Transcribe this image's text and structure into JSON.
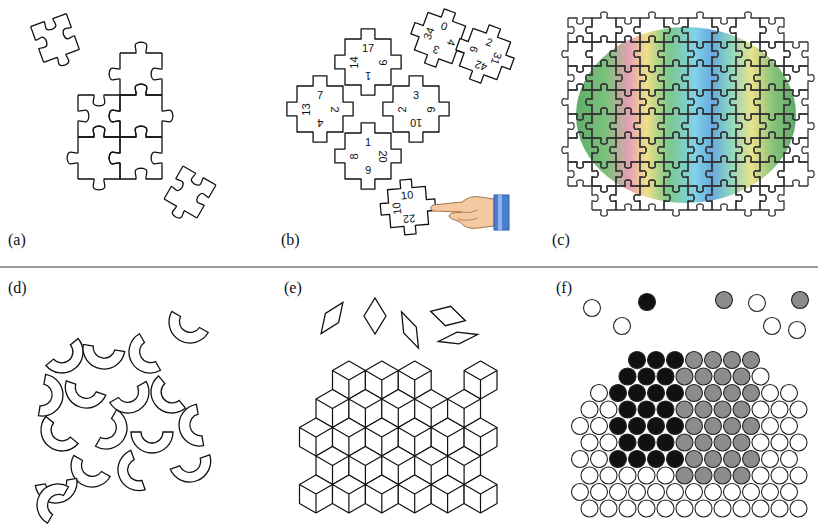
{
  "diagram": {
    "labels": [
      "(a)",
      "(b)",
      "(c)",
      "(d)",
      "(e)",
      "(f)",
      "17",
      "14",
      "9",
      "1",
      "7",
      "13",
      "2",
      "4",
      "3",
      "2",
      "6",
      "10",
      "1",
      "8",
      "20",
      "6",
      "0",
      "34",
      "4",
      "3",
      "2",
      "9",
      "31",
      "42",
      "10",
      "10",
      "22"
    ]
  }
}
